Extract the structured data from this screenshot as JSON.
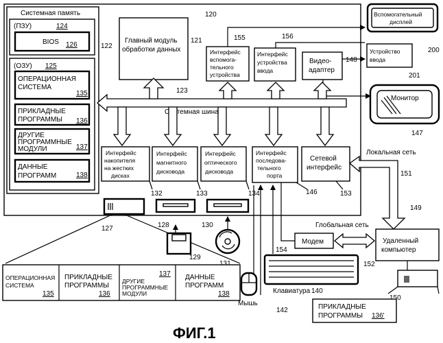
{
  "system_memory": {
    "title": "Системная память",
    "ref": "122"
  },
  "rom": {
    "label": "(ПЗУ)",
    "ref": "124"
  },
  "bios": {
    "label": "BIOS",
    "ref": "126"
  },
  "ram": {
    "label": "(ОЗУ)",
    "ref": "125"
  },
  "os": {
    "line1": "ОПЕРАЦИОННАЯ",
    "line2": "СИСТЕМА",
    "ref": "135"
  },
  "apps": {
    "line1": "ПРИКЛАДНЫЕ",
    "line2": "ПРОГРАММЫ",
    "ref": "136"
  },
  "other_modules": {
    "line1": "ДРУГИЕ",
    "line2": "ПРОГРАММНЫЕ",
    "line3": "МОДУЛИ",
    "ref": "137"
  },
  "prog_data": {
    "line1": "ДАННЫЕ",
    "line2": "ПРОГРАММ",
    "ref": "138"
  },
  "computer": {
    "ref": "120"
  },
  "cpu": {
    "line1": "Главный модуль",
    "line2": "обработки данных",
    "ref": "121"
  },
  "aux_iface": {
    "line1": "Интерфейс",
    "line2": "вспомога-",
    "line3": "тельного",
    "line4": "устройства",
    "ref": "155"
  },
  "input_iface": {
    "line1": "Интерфейс",
    "line2": "устройства",
    "line3": "ввода",
    "ref": "156"
  },
  "video": {
    "line1": "Видео-",
    "line2": "адаптер",
    "ref": "148"
  },
  "aux_display": {
    "line1": "Вспомогательный",
    "line2": "дисплей",
    "ref": "200"
  },
  "input_device": {
    "line1": "Устройство",
    "line2": "ввода",
    "ref": "201"
  },
  "monitor": {
    "label": "Монитор",
    "ref": "147"
  },
  "bus": {
    "label": "Системная шина",
    "ref": "123"
  },
  "hdd_iface": {
    "line1": "Интерфейс",
    "line2": "накопителя",
    "line3": "на жестких",
    "line4": "дисках",
    "ref": "132"
  },
  "fdd_iface": {
    "line1": "Интерфейс",
    "line2": "магнитного",
    "line3": "дисковода",
    "ref": "133"
  },
  "cd_iface": {
    "line1": "Интерфейс",
    "line2": "оптического",
    "line3": "дисковода",
    "ref": "134"
  },
  "serial_iface": {
    "line1": "Интерфейс",
    "line2": "последова-",
    "line3": "тельного",
    "line4": "порта",
    "ref": "146"
  },
  "net_iface": {
    "line1": "Сетевой",
    "line2": "интерфейс",
    "ref": "153"
  },
  "lan": {
    "label": "Локальная сеть",
    "ref": "151"
  },
  "wan": {
    "label": "Глобальная сеть",
    "ref": "152"
  },
  "modem": {
    "label": "Модем",
    "ref": "154"
  },
  "remote": {
    "line1": "Удаленный",
    "line2": "компьютер",
    "ref": "149"
  },
  "remote_pc": {
    "ref": "150"
  },
  "remote_apps": {
    "line1": "ПРИКЛАДНЫЕ",
    "line2": "ПРОГРАММЫ",
    "ref": "136'"
  },
  "hdd": {
    "ref": "127"
  },
  "fdd": {
    "ref": "128"
  },
  "cd": {
    "ref": "130"
  },
  "floppy": {
    "ref": "129"
  },
  "disc": {
    "ref": "131"
  },
  "mouse": {
    "label": "Мышь",
    "ref": "142"
  },
  "keyboard": {
    "label": "Клавиатура",
    "ref": "140"
  },
  "bottom_os": {
    "line1": "ОПЕРАЦИОННАЯ",
    "line2": "СИСТЕМА",
    "ref": "135"
  },
  "bottom_apps": {
    "line1": "ПРИКЛАДНЫЕ",
    "line2": "ПРОГРАММЫ",
    "ref": "136"
  },
  "bottom_other": {
    "line1": "ДРУГИЕ",
    "line2": "ПРОГРАММНЫЕ",
    "line3": "МОДУЛИ",
    "ref": "137"
  },
  "bottom_data": {
    "line1": "ДАННЫЕ",
    "line2": "ПРОГРАММ",
    "ref": "138"
  },
  "figure_caption": "ФИГ.1"
}
